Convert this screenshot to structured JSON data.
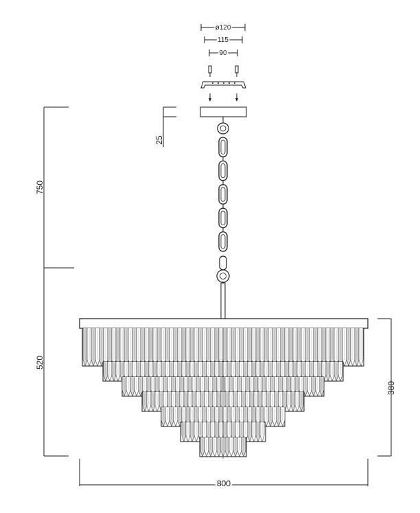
{
  "dimensions": {
    "canopy_diameter": "ø120",
    "canopy_inner": "115",
    "canopy_mount": "90",
    "canopy_height": "25",
    "chain_length": "750",
    "total_body_height": "520",
    "crystal_height": "380",
    "body_width": "800"
  },
  "tiers": [
    {
      "width": 410,
      "height": 55
    },
    {
      "width": 350,
      "height": 28
    },
    {
      "width": 294,
      "height": 28
    },
    {
      "width": 236,
      "height": 28
    },
    {
      "width": 180,
      "height": 28
    },
    {
      "width": 124,
      "height": 28
    },
    {
      "width": 68,
      "height": 28
    }
  ],
  "chain_links": 5,
  "colors": {
    "line": "#1a1a1a",
    "crystal_fill": "#f2f2f2"
  }
}
